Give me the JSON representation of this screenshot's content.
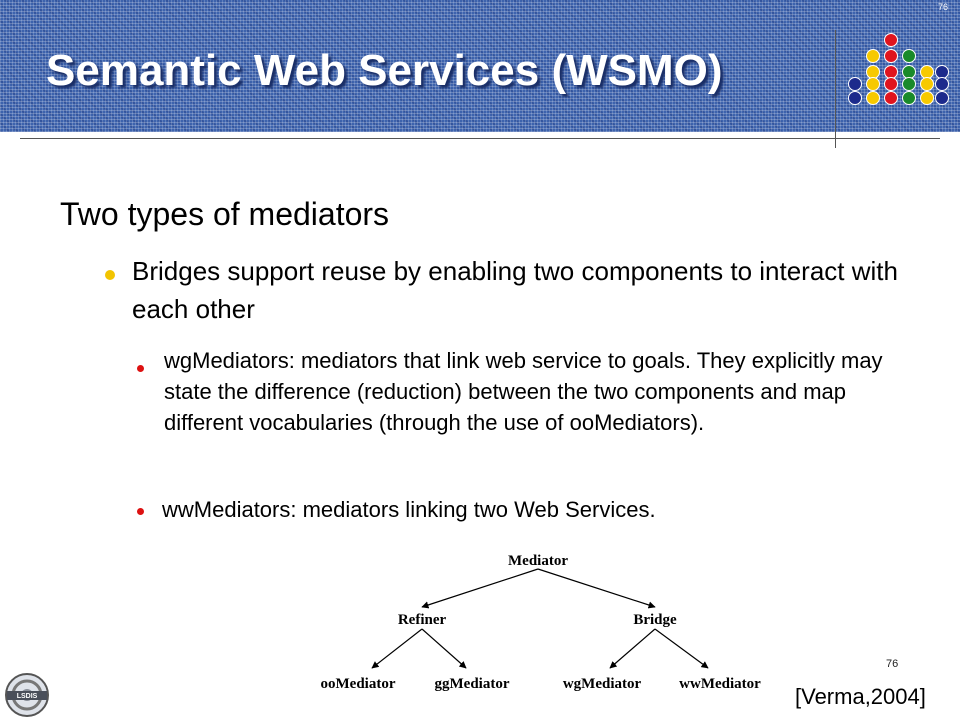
{
  "slide": {
    "title": "Semantic Web Services (WSMO)",
    "corner_mark": "76",
    "heading": "Two types of mediators",
    "bullet": "Bridges support reuse by enabling two components to interact with each other",
    "sub_bullets": [
      " wgMediators: mediators that link web service to goals. They explicitly may state the difference (reduction) between the two components and map different vocabularies (through the use of ooMediators).",
      "wwMediators: mediators linking two Web Services."
    ],
    "page_number": "76",
    "citation": "[Verma,2004]",
    "logo_text": "LSDIS"
  },
  "diagram": {
    "root": "Mediator",
    "level1": [
      "Refiner",
      "Bridge"
    ],
    "leaves": [
      "ooMediator",
      "ggMediator",
      "wgMediator",
      "wwMediator"
    ]
  },
  "colors": {
    "header_blue": "#3d63ad",
    "dot_red": "#e0141e",
    "dot_yellow": "#f7c900",
    "dot_green": "#1a8a2a",
    "dot_navy": "#1c2a8c",
    "bullet_yellow": "#f2c400",
    "bullet_red": "#dd1111"
  },
  "icons": [
    "corner-dots-icon",
    "lsdis-logo-icon",
    "bullet-icon"
  ]
}
